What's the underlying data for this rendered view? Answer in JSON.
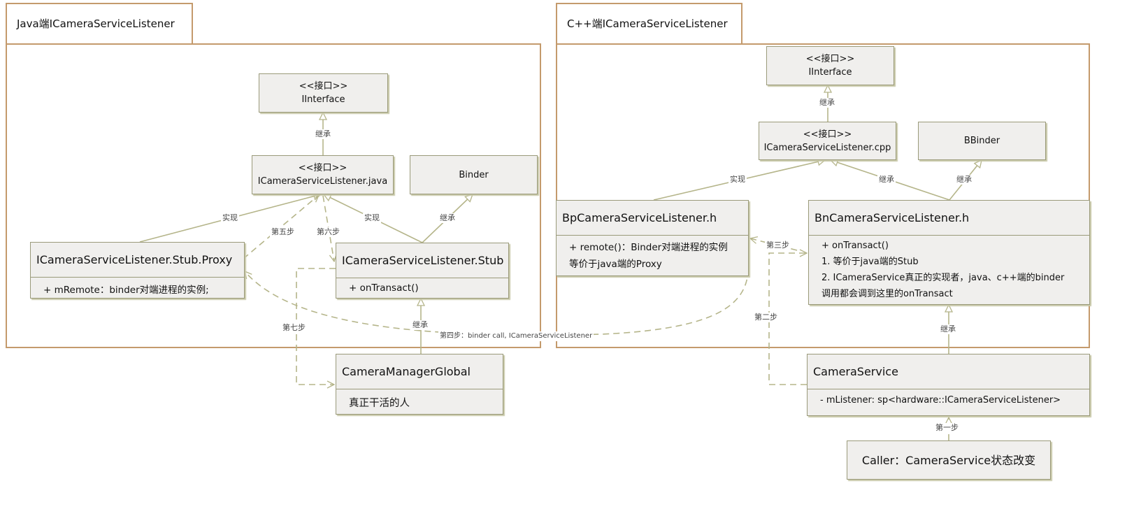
{
  "left_panel": {
    "title": "Java端ICameraServiceListener",
    "iinterface": {
      "stereotype": "<<接口>>",
      "name": "IInterface"
    },
    "listener_java": {
      "stereotype": "<<接口>>",
      "name": "ICameraServiceListener.java"
    },
    "binder": {
      "name": "Binder"
    },
    "proxy": {
      "name": "ICameraServiceListener.Stub.Proxy",
      "member": "+ mRemote：binder对端进程的实例;"
    },
    "stub": {
      "name": "ICameraServiceListener.Stub",
      "member": "+ onTransact()"
    },
    "camera_manager_global": {
      "name": "CameraManagerGlobal",
      "note": "真正干活的人"
    }
  },
  "right_panel": {
    "title": "C++端ICameraServiceListener",
    "iinterface": {
      "stereotype": "<<接口>>",
      "name": "IInterface"
    },
    "listener_cpp": {
      "stereotype": "<<接口>>",
      "name": "ICameraServiceListener.cpp"
    },
    "bbinder": {
      "name": "BBinder"
    },
    "bp": {
      "name": "BpCameraServiceListener.h",
      "line1": "+ remote()：Binder对端进程的实例",
      "line2": "等价于java端的Proxy"
    },
    "bn": {
      "name": "BnCameraServiceListener.h",
      "line1": "+ onTransact()",
      "line2": "1. 等价于java端的Stub",
      "line3": "2. ICameraService真正的实现者，java、c++端的binder",
      "line4": "调用都会调到这里的onTransact"
    },
    "camera_service": {
      "name": "CameraService",
      "member": "- mListener: sp<hardware::ICameraServiceListener>"
    },
    "caller": {
      "name": "Caller：CameraService状态改变"
    }
  },
  "labels": {
    "inherit": "继承",
    "implement": "实现",
    "step1": "第一步",
    "step2": "第二步",
    "step3": "第三步",
    "step4": "第四步：binder call, ICameraServiceListener",
    "step5": "第五步",
    "step6": "第六步",
    "step7": "第七步"
  },
  "colors": {
    "frame": "#c49a6c",
    "box_fill": "#f0efed",
    "line": "#b5b58a"
  }
}
